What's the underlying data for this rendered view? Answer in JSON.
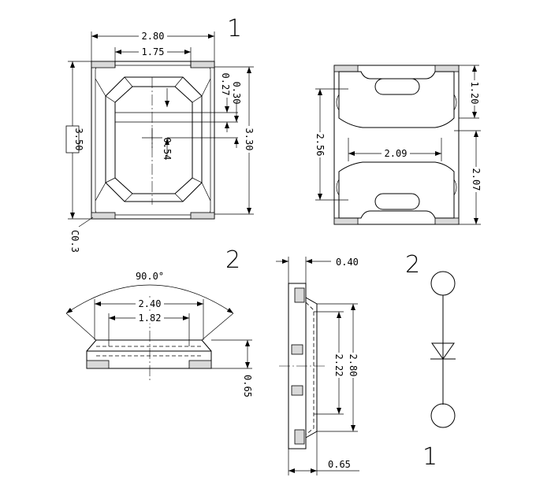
{
  "diagram": {
    "top_view": {
      "width": "2.80",
      "inner_width": "1.75",
      "height": "3.50",
      "inner_height": "3.30",
      "offset_a": "0.27",
      "offset_b": "0.30",
      "center_offset": "0.54",
      "corner": "C0.3"
    },
    "bottom_view": {
      "pad_height": "1.20",
      "span": "2.56",
      "inner_span": "2.09",
      "right_span": "2.07"
    },
    "side_view": {
      "angle": "90.0°",
      "width": "2.40",
      "lens_width": "1.82",
      "height": "0.65"
    },
    "profile_view": {
      "flange": "0.40",
      "length": "2.80",
      "lens": "2.22",
      "depth": "0.65"
    },
    "pin_labels": {
      "top_right": "1",
      "left_mid": "2",
      "schematic_top": "2",
      "schematic_bottom": "1"
    }
  }
}
